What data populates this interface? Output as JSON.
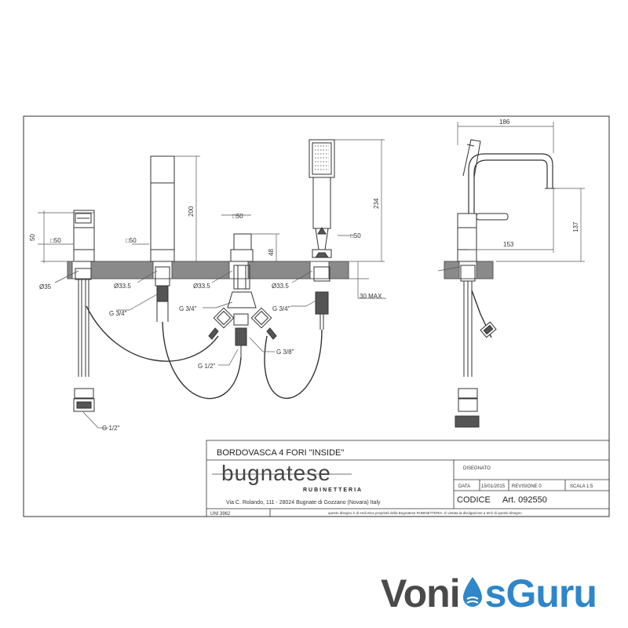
{
  "drawing": {
    "title": "BORDOVASCA 4 FORI \"INSIDE\"",
    "dimensions": {
      "w_50": "50",
      "sq_50_a": "□50",
      "sq_50_b": "□50",
      "sq_50_c": "□50",
      "sq_50_d": "□50",
      "h_200": "200",
      "h_234": "234",
      "h_48": "48",
      "d_35": "Ø35",
      "d_33_5_a": "Ø33.5",
      "d_33_5_b": "Ø33.5",
      "d_33_5_c": "Ø33.5",
      "max_30": "30 MAX",
      "w_186": "186",
      "w_153": "153",
      "h_137": "137"
    },
    "threads": {
      "g34_a": "G 3/4\"",
      "g34_b": "G 3/4\"",
      "g34_c": "G 3/4\"",
      "g38": "G 3/8\"",
      "g12_a": "G 1/2\"",
      "g12_b": "G 1/2\""
    }
  },
  "title_block": {
    "brand": "bugnatese",
    "brand_sub": "RUBINETTERIA",
    "address": "Via C. Rolando, 111 - 28024 Bugnate di Gozzano (Novara) Italy",
    "disegnato": "DISEGNATO",
    "data_label": "DATA",
    "data_value": "15/01/2015",
    "revisione": "REVISIONE 0",
    "scala": "SCALA 1:5",
    "codice_label": "CODICE",
    "codice_value": "Art. 092550",
    "footer_left": "UNI 3962",
    "footer_note": "questo disegno è di esclusiva proprietà della Bugnatese RUBINETTERIA. È vietata la divulgazione a terzi di questo disegno"
  },
  "watermark": {
    "part1": "Voni",
    "part2": "s",
    "part3": "Guru"
  },
  "colors": {
    "line": "#333333",
    "counter": "#8a8a8a",
    "watermark_gray": "#4a4a4a",
    "watermark_blue": "#2f86c8"
  }
}
